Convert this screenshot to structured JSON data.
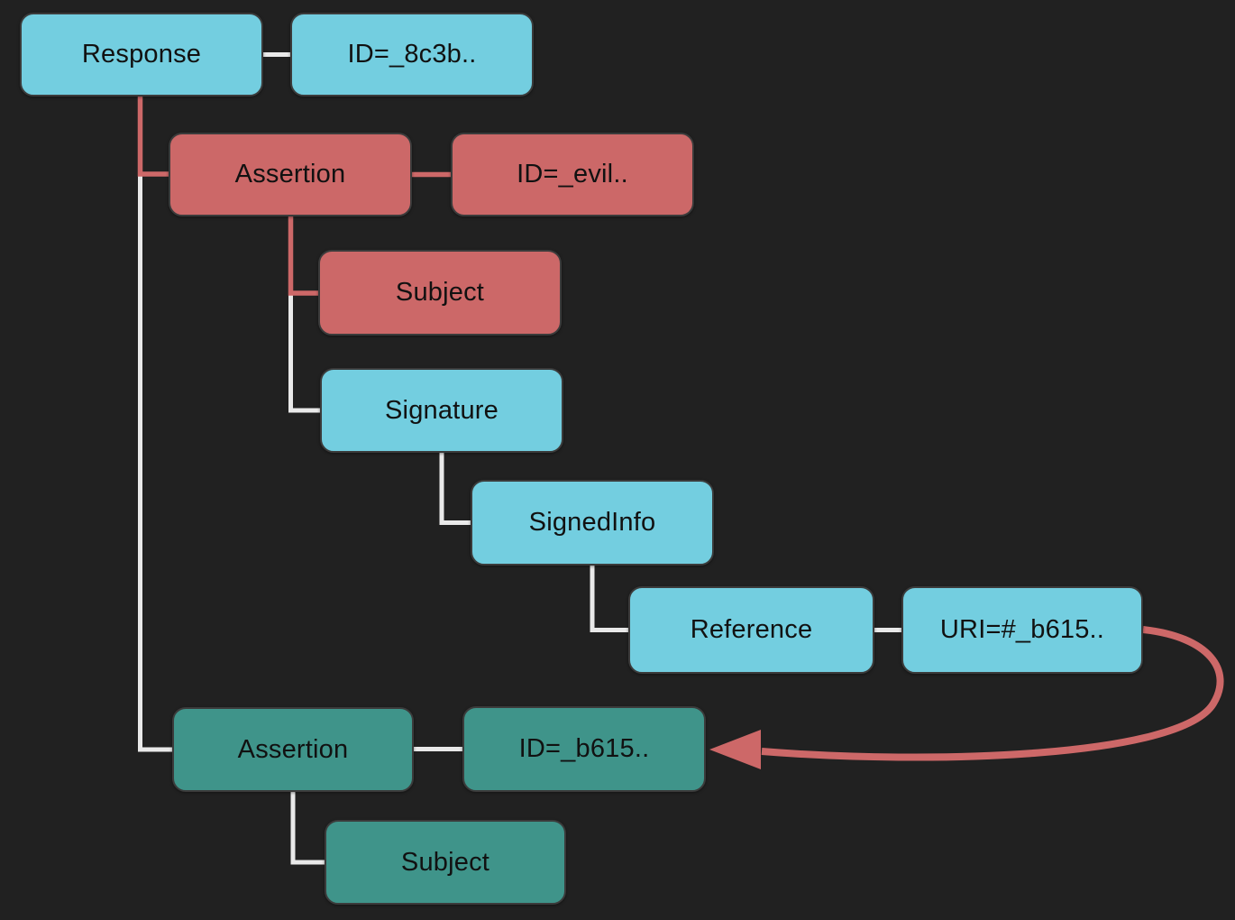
{
  "diagram": {
    "description": "SAML response XML tree showing a signature wrapping attack: an evil Assertion is inserted while the Signature Reference URI still points to the original Assertion ID",
    "colors": {
      "background": "#212121",
      "node_cyan": "#73cee0",
      "node_red": "#cc6868",
      "node_teal": "#3f948a",
      "edge_white": "#e9e9e9",
      "edge_red": "#cd6868",
      "text": "#111111"
    },
    "nodes": {
      "response": {
        "label": "Response",
        "color": "cyan"
      },
      "response_id": {
        "label": "ID=_8c3b..",
        "color": "cyan"
      },
      "assertion_evil": {
        "label": "Assertion",
        "color": "red"
      },
      "assertion_evil_id": {
        "label": "ID=_evil..",
        "color": "red"
      },
      "subject_evil": {
        "label": "Subject",
        "color": "red"
      },
      "signature": {
        "label": "Signature",
        "color": "cyan"
      },
      "signedinfo": {
        "label": "SignedInfo",
        "color": "cyan"
      },
      "reference": {
        "label": "Reference",
        "color": "cyan"
      },
      "reference_uri": {
        "label": "URI=#_b615..",
        "color": "cyan"
      },
      "assertion_orig": {
        "label": "Assertion",
        "color": "teal"
      },
      "assertion_orig_id": {
        "label": "ID=_b615..",
        "color": "teal"
      },
      "subject_orig": {
        "label": "Subject",
        "color": "teal"
      }
    },
    "edges": [
      {
        "from": "response",
        "to": "response_id",
        "style": "white"
      },
      {
        "from": "response",
        "to": "assertion_evil",
        "style": "red"
      },
      {
        "from": "assertion_evil",
        "to": "assertion_evil_id",
        "style": "red"
      },
      {
        "from": "assertion_evil",
        "to": "subject_evil",
        "style": "red"
      },
      {
        "from": "assertion_evil",
        "to": "signature",
        "style": "white"
      },
      {
        "from": "signature",
        "to": "signedinfo",
        "style": "white"
      },
      {
        "from": "signedinfo",
        "to": "reference",
        "style": "white"
      },
      {
        "from": "reference",
        "to": "reference_uri",
        "style": "white"
      },
      {
        "from": "response",
        "to": "assertion_orig",
        "style": "white"
      },
      {
        "from": "assertion_orig",
        "to": "assertion_orig_id",
        "style": "white"
      },
      {
        "from": "assertion_orig",
        "to": "subject_orig",
        "style": "white"
      },
      {
        "from": "reference_uri",
        "to": "assertion_orig_id",
        "style": "red-curved-arrow"
      }
    ]
  }
}
